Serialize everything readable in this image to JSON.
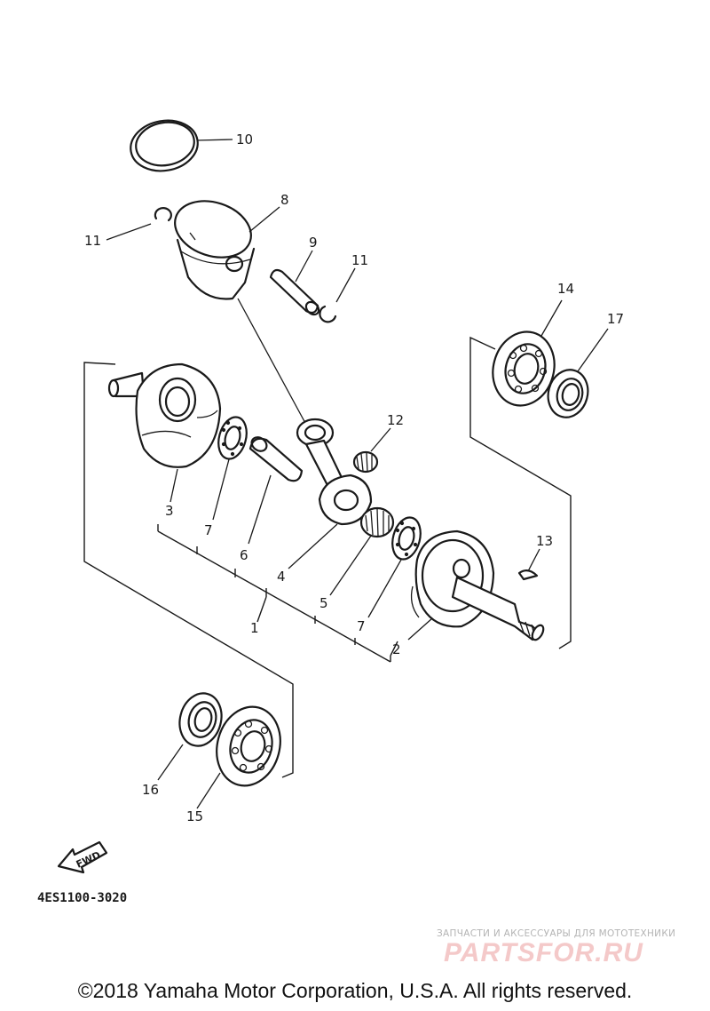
{
  "diagram": {
    "callouts": {
      "c1": "1",
      "c2": "2",
      "c3": "3",
      "c4": "4",
      "c5": "5",
      "c6": "6",
      "c7a": "7",
      "c7b": "7",
      "c8": "8",
      "c9": "9",
      "c10": "10",
      "c11a": "11",
      "c11b": "11",
      "c12": "12",
      "c13": "13",
      "c14": "14",
      "c15": "15",
      "c16": "16",
      "c17": "17"
    },
    "fwd_label": "FWD",
    "drawing_code": "4ES1100-3020"
  },
  "watermark": {
    "subtitle": "ЗАПЧАСТИ И АКСЕССУАРЫ ДЛЯ МОТОТЕХНИКИ",
    "brand": "PARTSFOR.RU"
  },
  "footer": {
    "copyright": "©2018 Yamaha Motor Corporation, U.S.A. All rights reserved."
  }
}
